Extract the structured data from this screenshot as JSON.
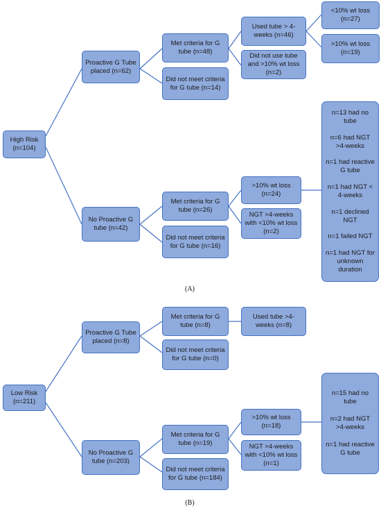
{
  "panelA": {
    "root": "High Risk (n=104)",
    "proactive": "Proactive G Tube placed (n=62)",
    "met": "Met criteria for G tube (n=48)",
    "used_tube": "Used tube > 4-weeks (n=46)",
    "lt10": "<10% wt loss (n=27)",
    "gt10": ">10% wt loss (n=19)",
    "did_not_use": "Did not use tube and >10% wt loss (n=2)",
    "not_met": "Did not meet criteria for G tube (n=14)",
    "no_proactive": "No Proactive G tube (n=42)",
    "met2": "Met criteria for G tube (n=26)",
    "gt10_2": ">10% wt loss (n=24)",
    "ngt": "NGT >4-weeks with <10% wt loss (n=2)",
    "not_met2": "Did not meet criteria for G tube (n=16)",
    "outcomes": [
      "n=13 had no tube",
      "n=6 had NGT >4-weeks",
      "n=1 had reactive G tube",
      "n=1 had NGT < 4-weeks",
      "n=1 declined NGT",
      "n=1 failed NGT",
      "n=1 had NGT for unknown duration"
    ],
    "caption": "(A)"
  },
  "panelB": {
    "root": "Low Risk (n=211)",
    "proactive": "Proactive G Tube placed (n=8)",
    "met": "Met criteria for G tube (n=8)",
    "used_tube": "Used tube >4-weeks (n=8)",
    "not_met": "Did not meet criteria for G tube (n=0)",
    "no_proactive": "No Proactive G tube (n=203)",
    "met2": "Met criteria for G tube (n=19)",
    "gt10_2": ">10% wt loss (n=18)",
    "ngt": "NGT >4-weeks with <10% wt loss (n=1)",
    "not_met2": "Did not meet criteria for G tube (n=184)",
    "outcomes": [
      "n=15 had no tube",
      "n=2 had NGT >4-weeks",
      "n=1 had reactive G tube"
    ],
    "caption": "(B)"
  },
  "colors": {
    "node_fill": "#8faadc",
    "node_border": "#4472c4",
    "connector": "#4472c4"
  }
}
